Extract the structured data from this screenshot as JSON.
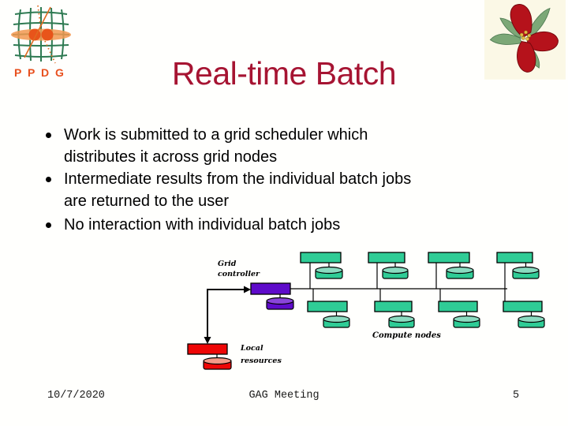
{
  "slide": {
    "title": "Real-time Batch"
  },
  "logo": {
    "name": "PPDG",
    "text": "P P D G",
    "grid_color": "#2e7a52",
    "orange": "#e8541a"
  },
  "flower": {
    "name": "red trillium flower",
    "petal_color": "#b5121b",
    "leaf_color": "#7ca877"
  },
  "bullets": [
    {
      "line1": "Work is submitted to a grid scheduler which",
      "line2": "distributes it across grid nodes"
    },
    {
      "line1": "Intermediate results from the individual batch jobs",
      "line2": "are returned to the user"
    },
    {
      "line1": "No interaction with individual batch jobs"
    }
  ],
  "diagram": {
    "labels": {
      "grid_controller_line1": "Grid",
      "grid_controller_line2": "controller",
      "local_resources_line1": "Local",
      "local_resources_line2": "resources",
      "compute_nodes": "Compute nodes"
    },
    "colors": {
      "compute_node": "#2fcc96",
      "compute_node_top": "#8adbc0",
      "grid_controller": "#5e0bca",
      "grid_controller_top": "#8a45da",
      "local_resources": "#ee0606",
      "local_resources_top": "#f59a88",
      "line": "#000000"
    }
  },
  "footer": {
    "date": "10/7/2020",
    "center": "GAG Meeting",
    "page_number": "5"
  }
}
